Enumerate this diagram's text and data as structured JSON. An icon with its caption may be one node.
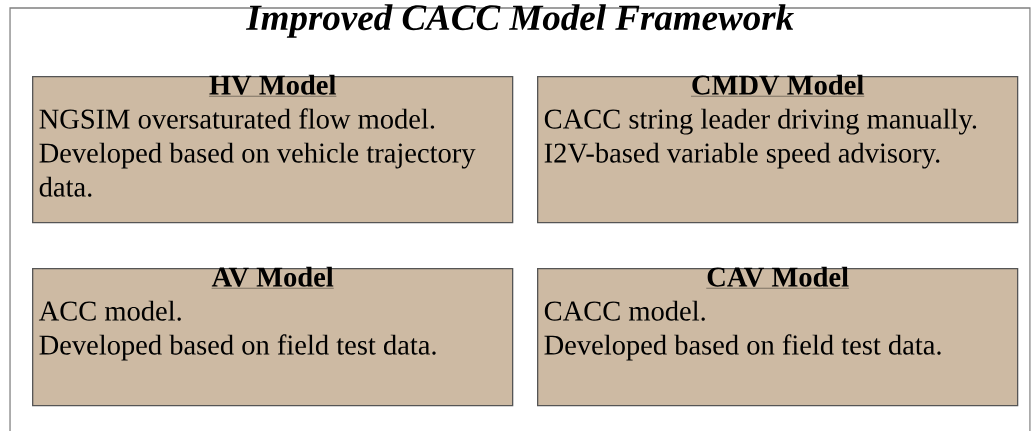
{
  "diagram": {
    "nodes": [
      {
        "text": [
          "Improved CACC Model Framework"
        ]
      },
      {
        "text": [
          "HV Model",
          "NGSIM oversaturated flow model.",
          "Developed based on vehicle trajectory data."
        ],
        "in": 0
      },
      {
        "text": [
          "CMDV Model",
          "CACC string leader driving manually.",
          "I2V-based variable speed advisory."
        ],
        "in": 0
      },
      {
        "text": [
          "AV Model",
          "ACC model.",
          "Developed based on field test data."
        ],
        "in": 0
      },
      {
        "text": [
          "CAV Model",
          "CACC model.",
          "Developed based on field test data."
        ],
        "in": 0
      }
    ]
  }
}
